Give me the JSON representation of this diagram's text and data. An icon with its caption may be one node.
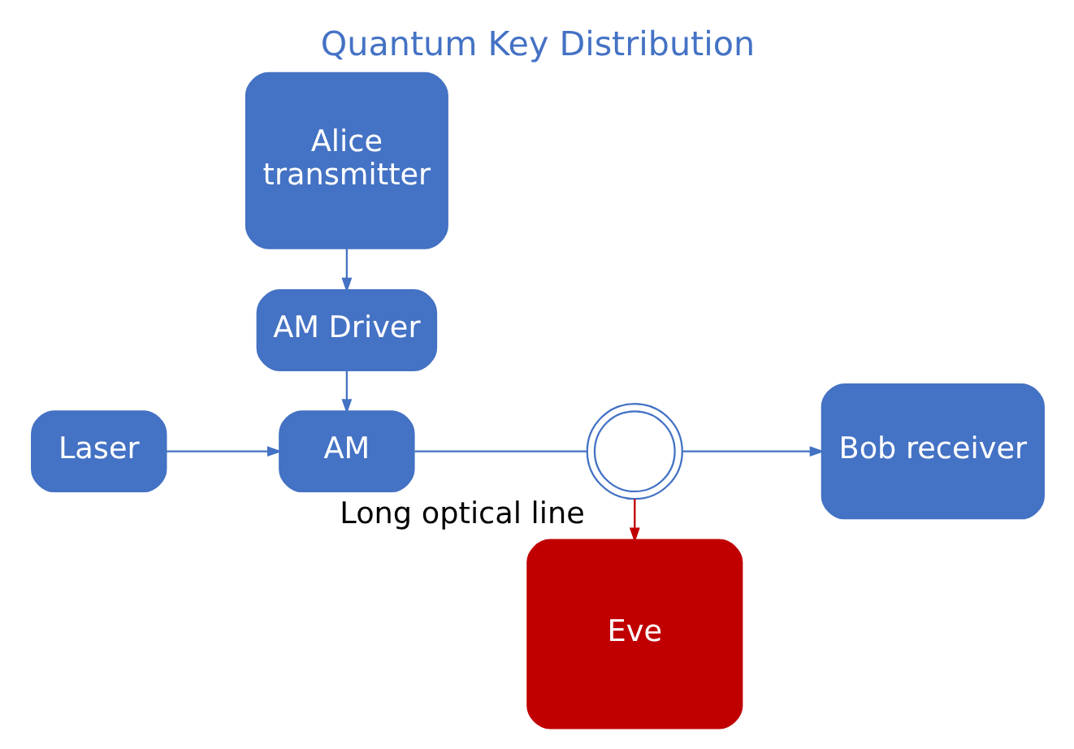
{
  "diagram": {
    "title": "Quantum Key Distribution",
    "nodes": [
      {
        "text": [
          "Laser"
        ]
      },
      {
        "text": [
          "AM"
        ]
      },
      {
        "text": [
          "AM Driver"
        ]
      },
      {
        "text": [
          "Alice",
          "transmitter"
        ]
      },
      {
        "text": [],
        "shape": "circle",
        "beside": [
          "Long optical line"
        ]
      },
      {
        "text": [
          "Bob receiver"
        ]
      },
      {
        "text": [
          "Eve"
        ]
      }
    ],
    "edges": [
      {
        "from": 0,
        "to": 1,
        "arrow": "to"
      },
      {
        "from": 2,
        "to": 1,
        "arrow": "to"
      },
      {
        "from": 3,
        "to": 2,
        "arrow": "to"
      },
      {
        "from": 1,
        "to": 4,
        "arrow": "none"
      },
      {
        "from": 4,
        "to": 5,
        "arrow": "to"
      },
      {
        "from": 4,
        "to": 6,
        "arrow": "to",
        "color": "#c00000"
      }
    ]
  }
}
